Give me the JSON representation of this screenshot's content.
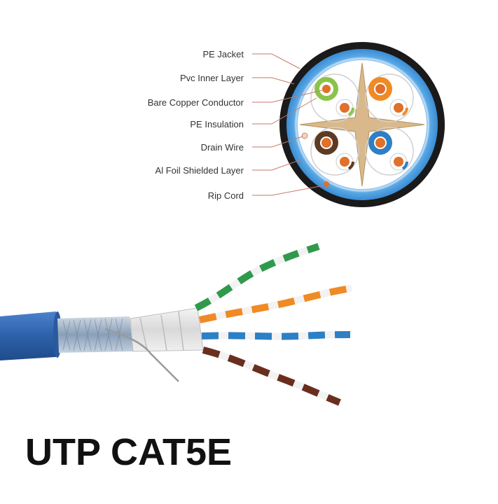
{
  "callouts": [
    {
      "id": "pe-jacket",
      "label": "PE Jacket"
    },
    {
      "id": "pvc-inner-layer",
      "label": "Pvc Inner Layer"
    },
    {
      "id": "bare-copper-conductor",
      "label": "Bare Copper Conductor"
    },
    {
      "id": "pe-insulation",
      "label": "PE Insulation"
    },
    {
      "id": "drain-wire",
      "label": "Drain Wire"
    },
    {
      "id": "al-foil-shielded-layer",
      "label": "Al Foil Shielded Layer"
    },
    {
      "id": "rip-cord",
      "label": "Rip Cord"
    }
  ],
  "product": {
    "title": "UTP CAT5E"
  },
  "colors": {
    "jacket_blue": "#3d6fb6",
    "outer_ring": "#1a1a1a",
    "inner_ring": "#5aa9e6",
    "separator": "#d9b98c",
    "copper": "#e0702a",
    "pair_green": "#2f9a4c",
    "pair_orange": "#f08a24",
    "pair_blue": "#2e7fc4",
    "pair_brown": "#6a2e1e",
    "leader_line": "#c77a6a"
  }
}
